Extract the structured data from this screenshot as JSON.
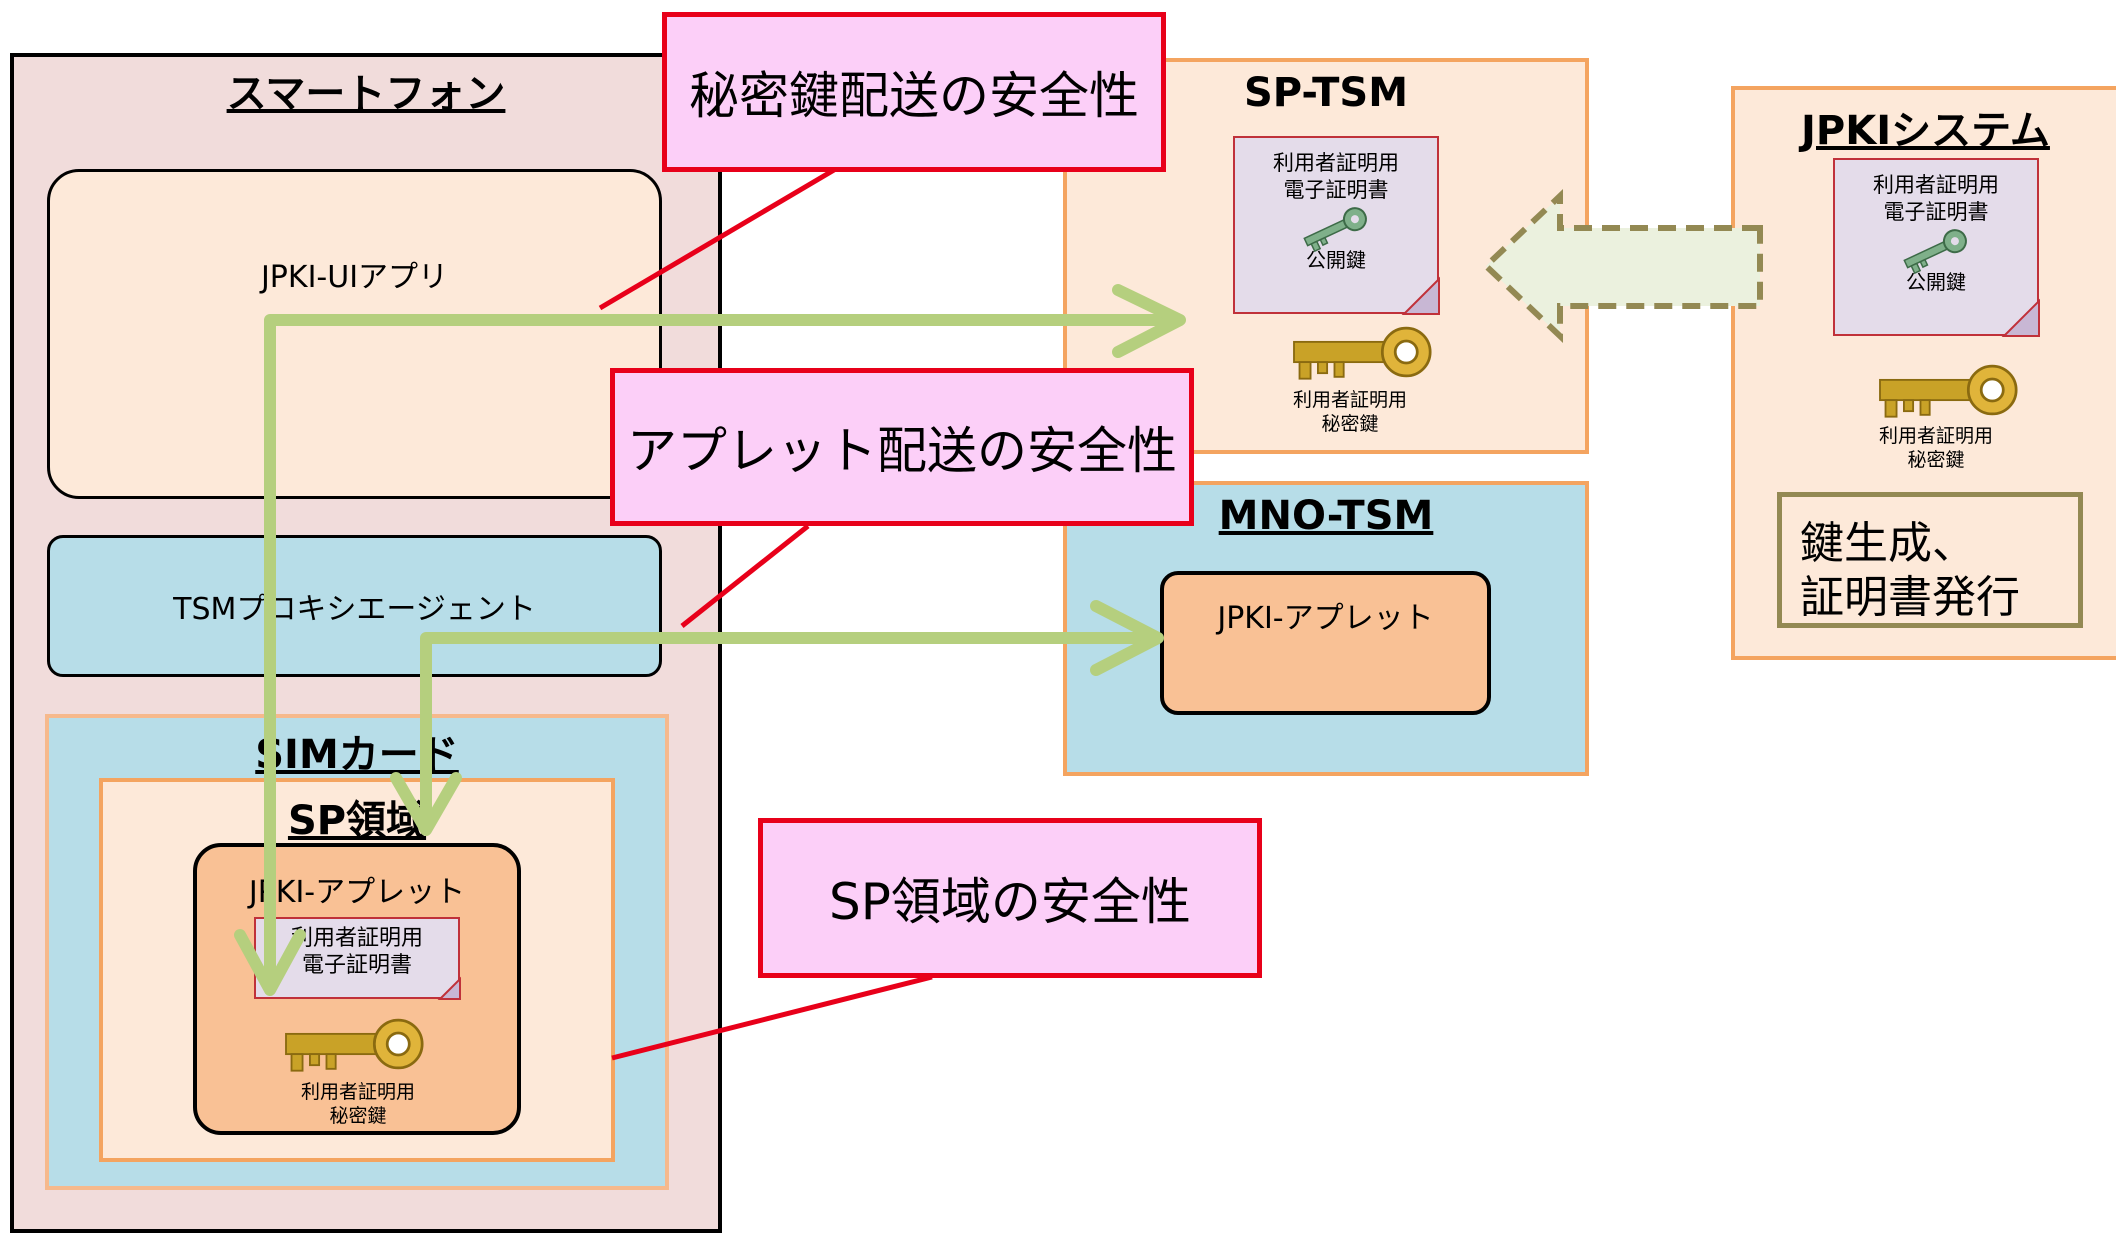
{
  "smartphone": {
    "title": "スマートフォン",
    "jpki_ui_app": "JPKI-UIアプリ",
    "tsm_proxy": "TSMプロキシエージェント",
    "sim": {
      "title": "SIMカード",
      "sp_area": {
        "title": "SP領域",
        "applet": {
          "title": "JPKI-アプレット",
          "cert_line1": "利用者証明用",
          "cert_line2": "電子証明書",
          "key_line1": "利用者証明用",
          "key_line2": "秘密鍵"
        }
      }
    }
  },
  "sp_tsm": {
    "title": "SP-TSM",
    "cert_line1": "利用者証明用",
    "cert_line2": "電子証明書",
    "public_key": "公開鍵",
    "key_line1": "利用者証明用",
    "key_line2": "秘密鍵"
  },
  "mno_tsm": {
    "title": "MNO-TSM",
    "applet": "JPKI-アプレット"
  },
  "jpki_system": {
    "title": "JPKIシステム",
    "cert_line1": "利用者証明用",
    "cert_line2": "電子証明書",
    "public_key": "公開鍵",
    "key_line1": "利用者証明用",
    "key_line2": "秘密鍵",
    "keygen_line1": "鍵生成、",
    "keygen_line2": "証明書発行"
  },
  "callouts": {
    "key_delivery": "秘密鍵配送の安全性",
    "applet_delivery": "アプレット配送の安全性",
    "sp_area": "SP領域の安全性"
  },
  "colors": {
    "callout_border": "#e8001a",
    "callout_fill": "#fccff8",
    "arrow": "#b5cf7e",
    "smartphone_fill": "#f1dcdb",
    "sim_fill": "#b7dde8",
    "orange_border": "#f4a460",
    "peach_fill": "#fde9d9",
    "applet_fill": "#f9c195",
    "doc_fill": "#e4dcea"
  }
}
